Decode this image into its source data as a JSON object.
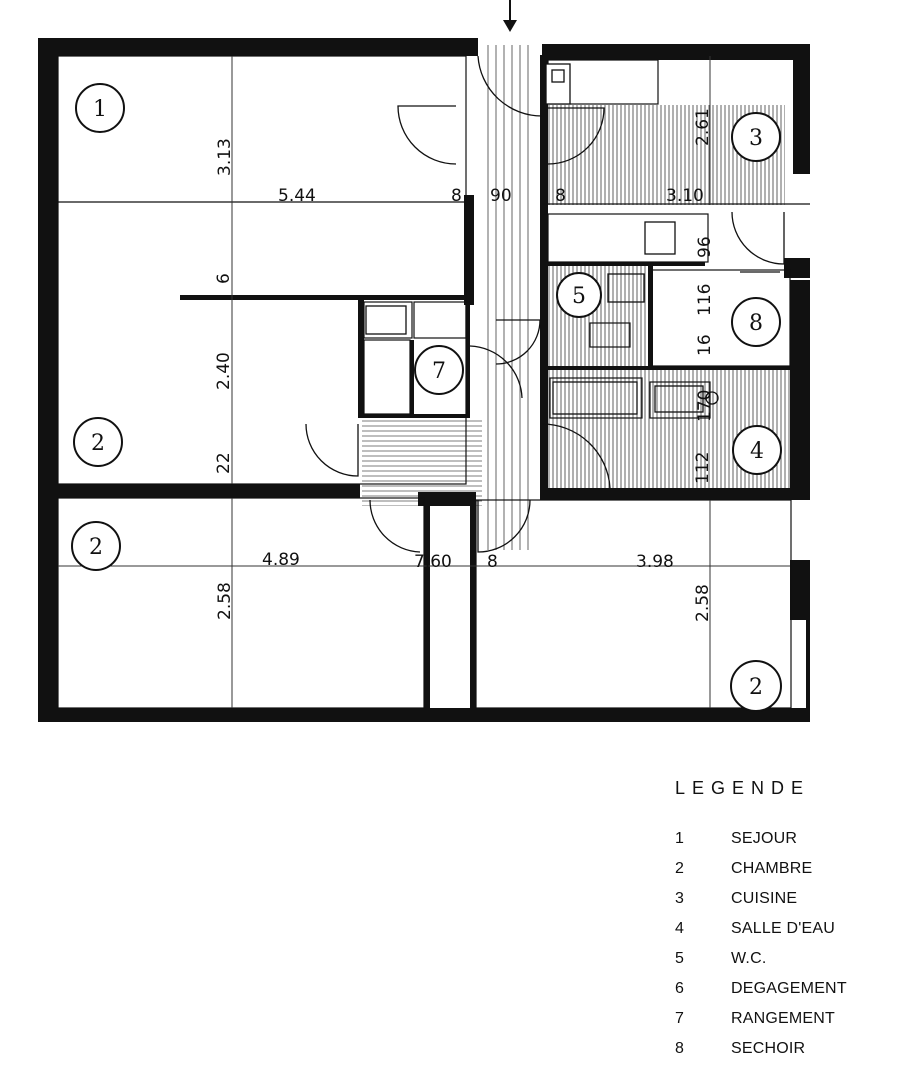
{
  "plan": {
    "room_badges": [
      "1",
      "3",
      "5",
      "8",
      "7",
      "2",
      "4",
      "2",
      "2"
    ],
    "dimensions": {
      "sejour_width": "5.44",
      "sejour_depth": "3.13",
      "wall_8a": "8",
      "corridor_90": "90",
      "wall_8b": "8",
      "cuisine_width": "3.10",
      "cuisine_depth": "2.61",
      "wall_6": "6",
      "chambre_depth": "2.40",
      "wall_22": "22",
      "sechoir_116": "116",
      "sechoir_16": "16",
      "wc_96": "96",
      "sde_170": "170",
      "sde_112": "112",
      "chambre_sw_width": "4.89",
      "chambre_sw_depth": "2.58",
      "center_760": "7.60",
      "wall_8c": "8",
      "chambre_se_width": "3.98",
      "chambre_se_depth": "2.58"
    }
  },
  "legend": {
    "title": "LEGENDE",
    "items": [
      {
        "num": "1",
        "label": "SEJOUR"
      },
      {
        "num": "2",
        "label": "CHAMBRE"
      },
      {
        "num": "3",
        "label": "CUISINE"
      },
      {
        "num": "4",
        "label": "SALLE D'EAU"
      },
      {
        "num": "5",
        "label": "W.C."
      },
      {
        "num": "6",
        "label": "DEGAGEMENT"
      },
      {
        "num": "7",
        "label": "RANGEMENT"
      },
      {
        "num": "8",
        "label": "SECHOIR"
      }
    ]
  },
  "colors": {
    "wall": "#111111",
    "hatch": "#555555",
    "background": "#ffffff"
  }
}
